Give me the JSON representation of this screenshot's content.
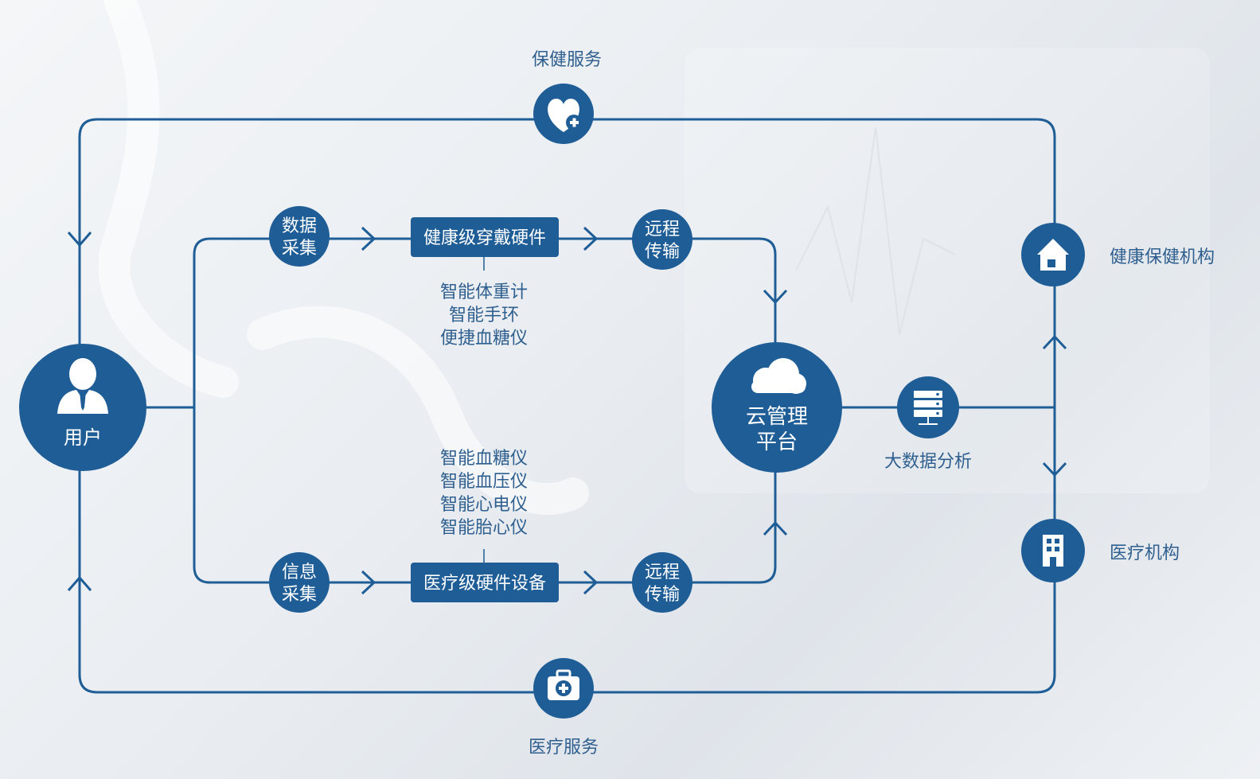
{
  "colors": {
    "primary": "#1f5d97",
    "text": "#2f5f8f",
    "white": "#ffffff"
  },
  "labels": {
    "health_service": "保健服务",
    "medical_service": "医疗服务",
    "user": "用户",
    "data_collect": [
      "数据",
      "采集"
    ],
    "info_collect": [
      "信息",
      "采集"
    ],
    "remote_top": [
      "远程",
      "传输"
    ],
    "remote_bottom": [
      "远程",
      "传输"
    ],
    "cloud": [
      "云管理",
      "平台"
    ],
    "bigdata": "大数据分析",
    "health_org": "健康保健机构",
    "medical_org": "医疗机构",
    "wearable_box": "健康级穿戴硬件",
    "medical_box": "医疗级硬件设备",
    "wearable_items": [
      "智能体重计",
      "智能手环",
      "便捷血糖仪"
    ],
    "medical_items": [
      "智能血糖仪",
      "智能血压仪",
      "智能心电仪",
      "智能胎心仪"
    ]
  },
  "icons": {
    "health_service": "heart-plus-icon",
    "medical_service": "medical-kit-icon",
    "user": "user-icon",
    "cloud": "cloud-icon",
    "bigdata": "server-icon",
    "health_org": "house-icon",
    "medical_org": "hospital-building-icon"
  }
}
